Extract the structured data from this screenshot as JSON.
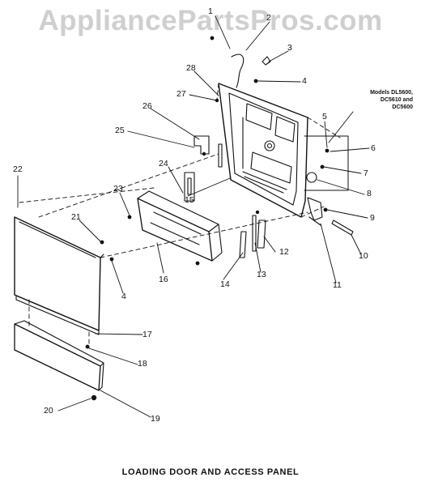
{
  "watermark": "AppliancePartsPros.com",
  "caption": "LOADING DOOR AND ACCESS PANEL",
  "models_note": [
    "Models DL5600,",
    "DC5610 and",
    "DC5600"
  ],
  "callouts": [
    "1",
    "2",
    "3",
    "4",
    "5",
    "6",
    "7",
    "8",
    "9",
    "10",
    "11",
    "12",
    "13",
    "14",
    "15",
    "16",
    "4",
    "17",
    "18",
    "19",
    "20",
    "21",
    "22",
    "23",
    "24",
    "25",
    "26",
    "27",
    "28"
  ]
}
